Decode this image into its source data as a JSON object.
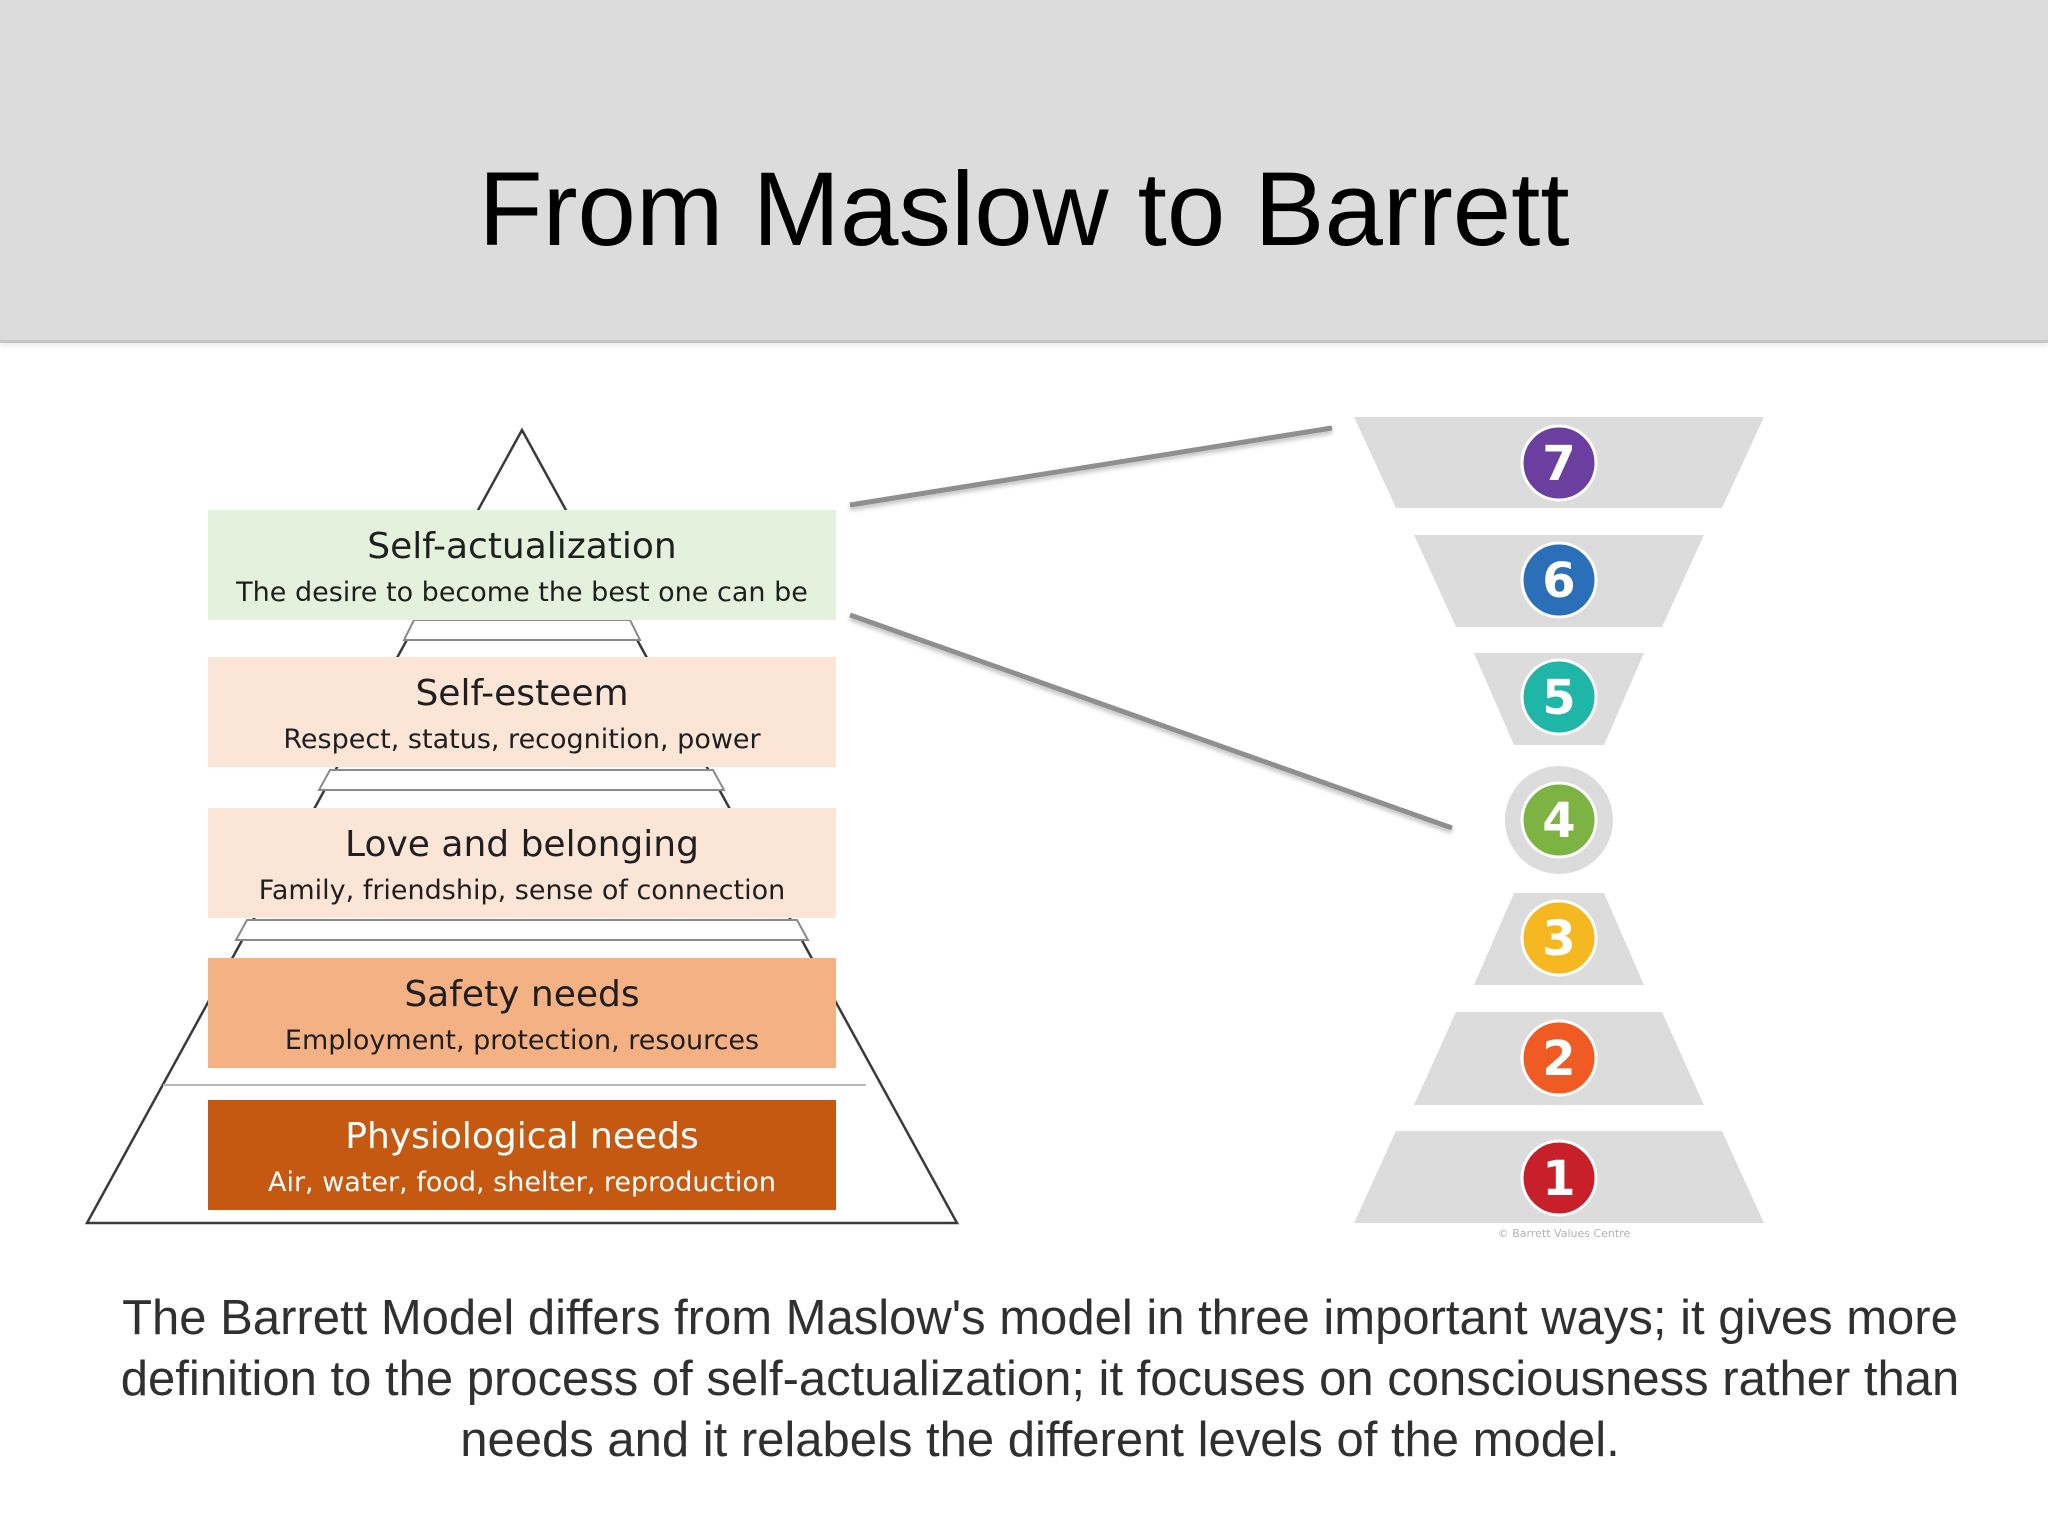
{
  "slide": {
    "title": "From Maslow to Barrett",
    "caption": "The Barrett Model differs from Maslow's model in three important ways; it gives more definition to the process of self-actualization; it focuses on consciousness rather than needs and it relabels the different levels of the model."
  },
  "maslow": {
    "levels": [
      {
        "title": "Self-actualization",
        "subtitle": "The desire to become the best one can be",
        "color": "#e4f1dc",
        "text_color": "#1f1f1f"
      },
      {
        "title": "Self-esteem",
        "subtitle": "Respect, status, recognition, power",
        "color": "#fbe5d7",
        "text_color": "#1f1f1f"
      },
      {
        "title": "Love and belonging",
        "subtitle": "Family, friendship, sense of connection",
        "color": "#fbe5d7",
        "text_color": "#1f1f1f"
      },
      {
        "title": "Safety needs",
        "subtitle": "Employment, protection, resources",
        "color": "#f4b183",
        "text_color": "#1f1f1f"
      },
      {
        "title": "Physiological needs",
        "subtitle": "Air, water, food, shelter, reproduction",
        "color": "#c65911",
        "text_color": "#ffffff"
      }
    ]
  },
  "barrett": {
    "levels": [
      {
        "number": "7",
        "color": "#6b3fa0"
      },
      {
        "number": "6",
        "color": "#2a6fb7"
      },
      {
        "number": "5",
        "color": "#1fb6a8"
      },
      {
        "number": "4",
        "color": "#7cb342"
      },
      {
        "number": "3",
        "color": "#f5b820"
      },
      {
        "number": "2",
        "color": "#f05a23"
      },
      {
        "number": "1",
        "color": "#c8202a"
      }
    ],
    "copyright": "© Barrett Values Centre"
  },
  "colors": {
    "header_bg": "#dcdcdc",
    "tier_gray": "#dcdcdc",
    "connector": "#8f8f8f"
  }
}
